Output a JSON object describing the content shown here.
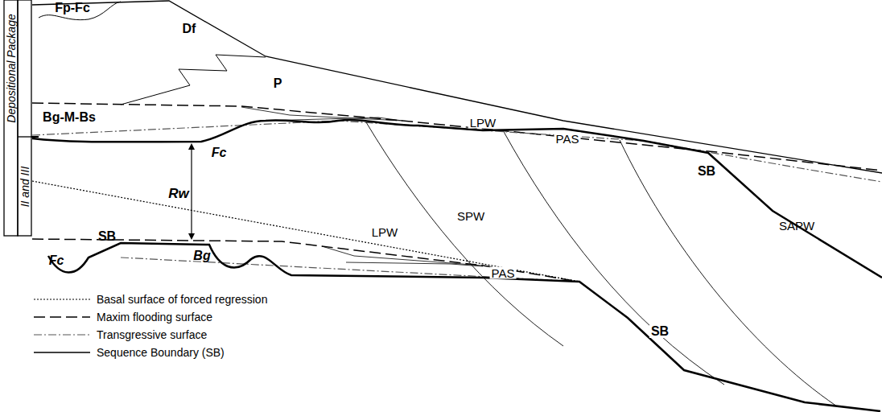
{
  "diagram": {
    "labels": [
      "Depositional Package",
      "II and III",
      "Fp-Fc",
      "Df",
      "P",
      "Bg-M-Bs",
      "LPW",
      "PAS",
      "Fc",
      "Rw",
      "SPW",
      "SB",
      "SAPW",
      "LPW",
      "SB",
      "Fc",
      "Bg",
      "PAS",
      "SB"
    ],
    "legend": [
      {
        "text": "Basal surface of forced regression"
      },
      {
        "text": "Maxim flooding surface"
      },
      {
        "text": "Transgressive surface"
      },
      {
        "text": "Sequence Boundary (SB)"
      }
    ]
  }
}
